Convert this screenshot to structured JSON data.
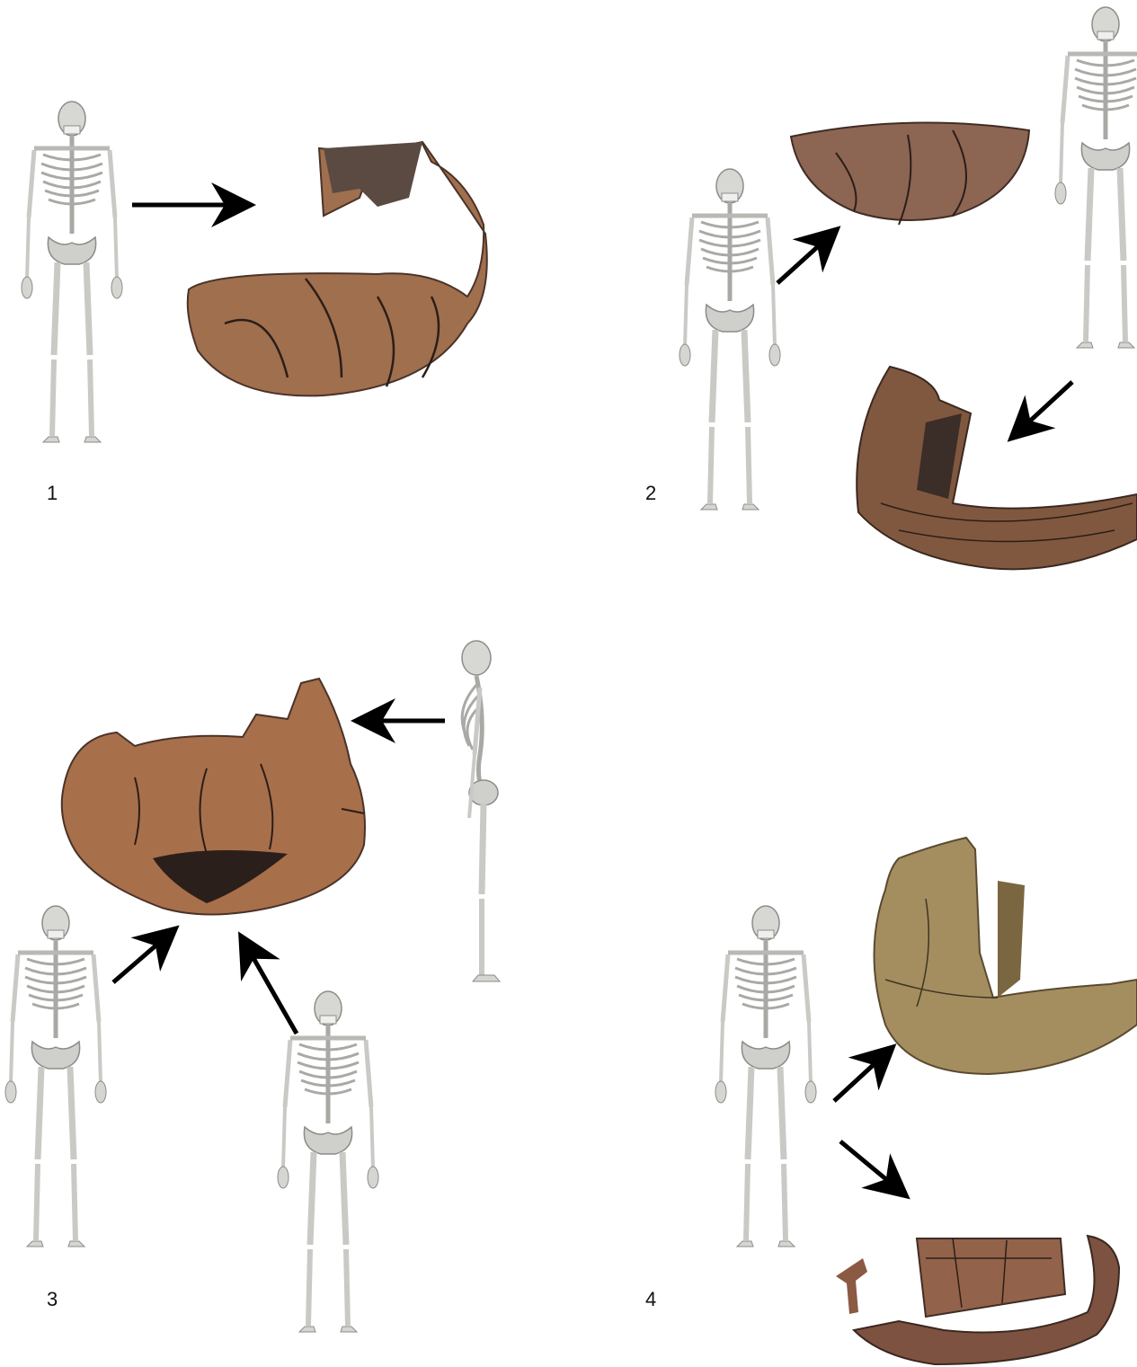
{
  "panels": [
    {
      "id": "1",
      "label": "1"
    },
    {
      "id": "2",
      "label": "2"
    },
    {
      "id": "3",
      "label": "3"
    },
    {
      "id": "4",
      "label": "4"
    }
  ],
  "colors": {
    "background": "#ffffff",
    "bone": "#d9d9d6",
    "bone_shadow": "#9a9a96",
    "pottery_terracotta": "#9c6a4a",
    "pottery_dark": "#3a2a22",
    "pottery_olive": "#a08a5a",
    "arrow": "#000000"
  }
}
